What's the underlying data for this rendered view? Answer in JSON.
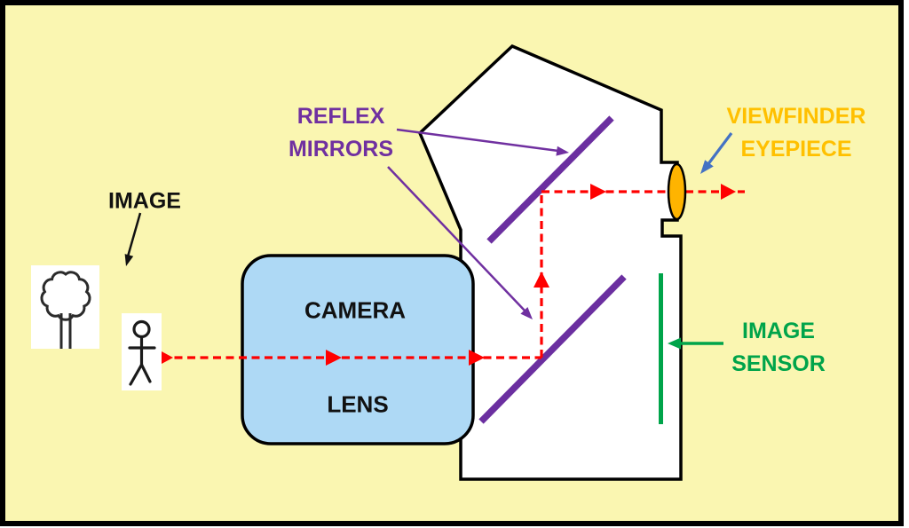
{
  "labels": {
    "image": {
      "text": "IMAGE"
    },
    "reflex_mirrors": {
      "line1": "REFLEX",
      "line2": "MIRRORS"
    },
    "viewfinder_eyepiece": {
      "line1": "VIEWFINDER",
      "line2": "EYEPIECE"
    },
    "image_sensor": {
      "line1": "IMAGE",
      "line2": "SENSOR"
    },
    "camera_lens": {
      "line1": "CAMERA",
      "line2": "LENS"
    }
  },
  "icons": {
    "tree": "tree-icon",
    "person": "stick-figure-icon",
    "mirrors": "reflex-mirror-icon",
    "eyepiece": "eyepiece-lens-icon",
    "sensor": "image-sensor-icon"
  },
  "colors": {
    "background": "#FAF6B1",
    "frame": "#000000",
    "camera_body_fill": "#FFFFFF",
    "lens_fill": "#AED9F5",
    "mirror_purple": "#6B2FA0",
    "label_purple": "#7030A0",
    "eyepiece_orange": "#FFB400",
    "label_orange": "#FFC000",
    "sensor_green": "#00A44A",
    "light_path_red": "#FF0000",
    "pointer_blue": "#4472C4",
    "label_black": "#111111"
  }
}
